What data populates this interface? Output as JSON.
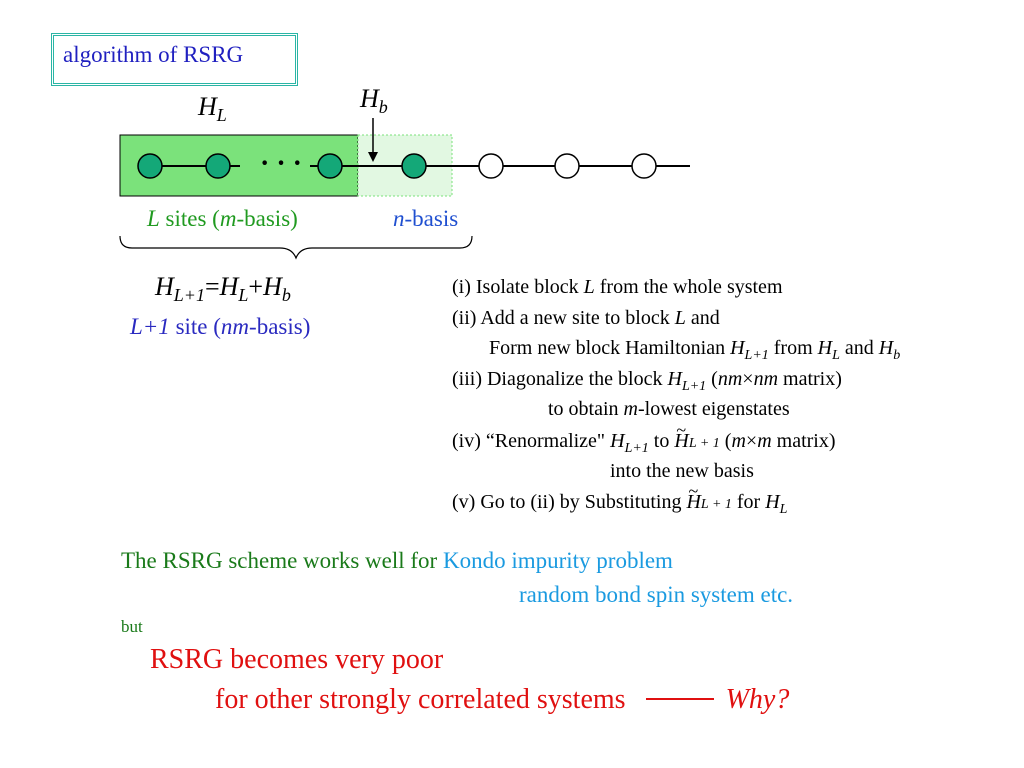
{
  "title": "algorithm of RSRG",
  "diagram": {
    "h_l": "H",
    "h_l_sub": "L",
    "h_b": "H",
    "h_b_sub": "b",
    "dots": "· · ·",
    "l_sites_l": "L",
    "l_sites_text": " sites (",
    "l_sites_m": "m",
    "l_sites_end": "-basis)",
    "n_basis_n": "n",
    "n_basis_text": "-basis",
    "colors": {
      "block_fill": "#7be27b",
      "new_site_fill": "#e2f8e2",
      "site_fill": "#14a878",
      "empty_site": "#ffffff"
    }
  },
  "equation": {
    "h1": "H",
    "h1_sub": "L+1",
    "eq": "=",
    "h2": "H",
    "h2_sub": "L",
    "plus": "+",
    "h3": "H",
    "h3_sub": "b"
  },
  "l1_label": {
    "l1": "L+1",
    "site": " site (",
    "nm": "nm",
    "end": "-basis)"
  },
  "steps": {
    "s1_a": "(i) Isolate block ",
    "s1_l": "L",
    "s1_b": " from the whole system",
    "s2_a": "(ii) Add a new site to block ",
    "s2_l": "L",
    "s2_b": " and",
    "s3_a": "Form new block Hamiltonian ",
    "s3_h": "H",
    "s3_hs": "L+1",
    "s3_b": " from ",
    "s3_h2": "H",
    "s3_h2s": "L",
    "s3_c": " and ",
    "s3_h3": "H",
    "s3_h3s": "b",
    "s4_a": "(iii) Diagonalize the block ",
    "s4_h": "H",
    "s4_hs": "L+1",
    "s4_b": "  (",
    "s4_nm": "nm",
    "s4_x": "×",
    "s4_nm2": "nm",
    "s4_c": " matrix)",
    "s5_a": "to obtain ",
    "s5_m": "m",
    "s5_b": "-lowest eigenstates",
    "s6_a": "(iv) “Renormalize\" ",
    "s6_h": "H",
    "s6_hs": "L+1",
    "s6_b": " to ",
    "s6_t": "H",
    "s6_ts": "L + 1",
    "s6_c": "  (",
    "s6_m": "m",
    "s6_x": "×",
    "s6_m2": "m",
    "s6_d": " matrix)",
    "s7": "into the new basis",
    "s8_a": "(v) Go to (ii) by Substituting ",
    "s8_t": "H",
    "s8_ts": "L + 1",
    "s8_b": " for ",
    "s8_h": "H",
    "s8_hs": "L"
  },
  "bottom": {
    "works_well": "The RSRG scheme works well for ",
    "kondo": "Kondo impurity problem",
    "random": "random bond spin system etc.",
    "but": "but",
    "poor": "RSRG becomes very poor",
    "other": "for other strongly correlated systems",
    "why": "Why?"
  }
}
